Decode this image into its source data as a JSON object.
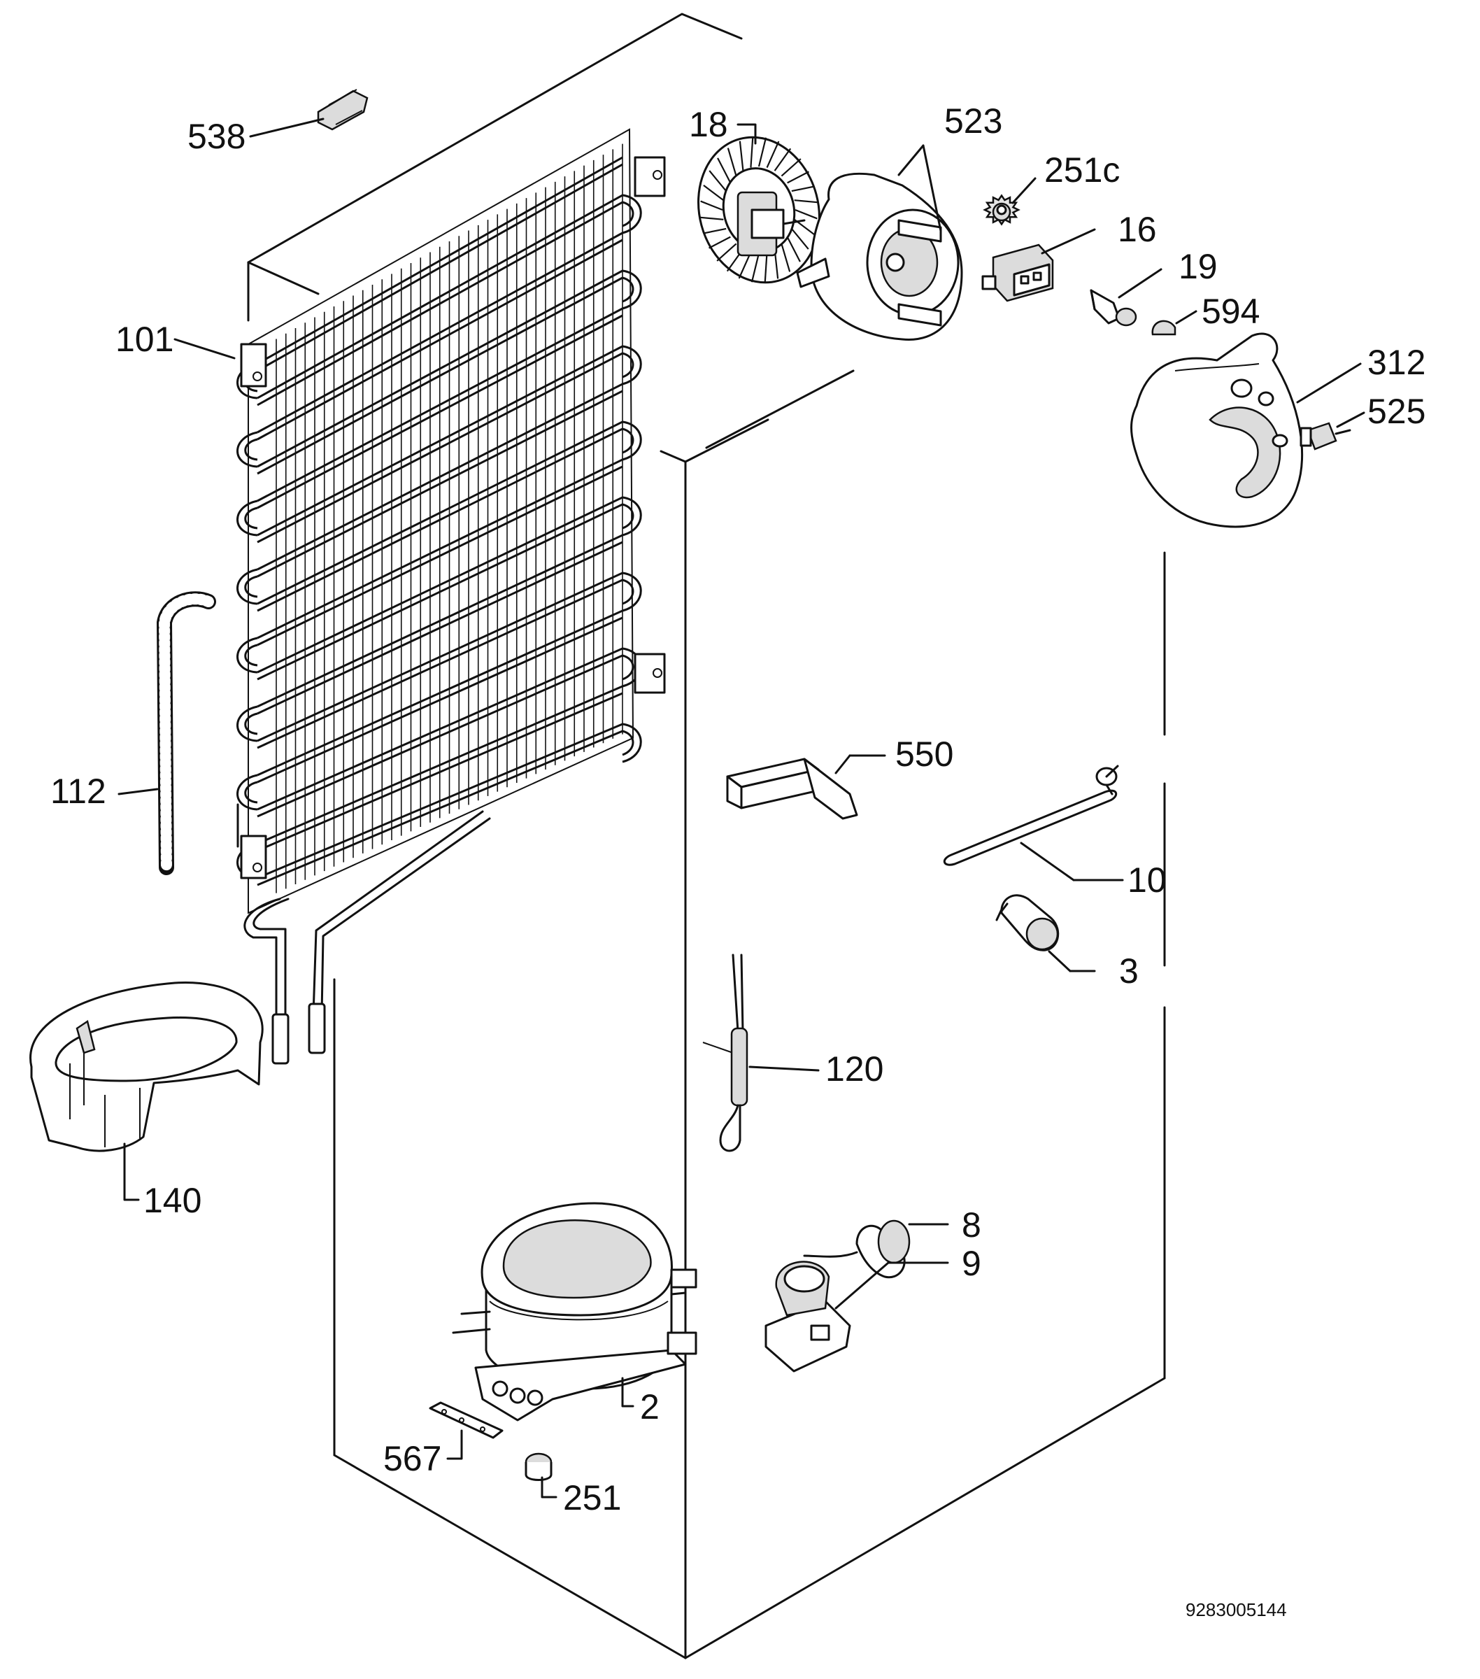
{
  "document_number": "9283005144",
  "labels": {
    "p538": "538",
    "p18": "18",
    "p523": "523",
    "p251c": "251c",
    "p16": "16",
    "p19": "19",
    "p594": "594",
    "p312": "312",
    "p525": "525",
    "p101": "101",
    "p112": "112",
    "p550": "550",
    "p10": "10",
    "p3": "3",
    "p120": "120",
    "p140": "140",
    "p8": "8",
    "p9": "9",
    "p2": "2",
    "p567": "567",
    "p251": "251"
  }
}
